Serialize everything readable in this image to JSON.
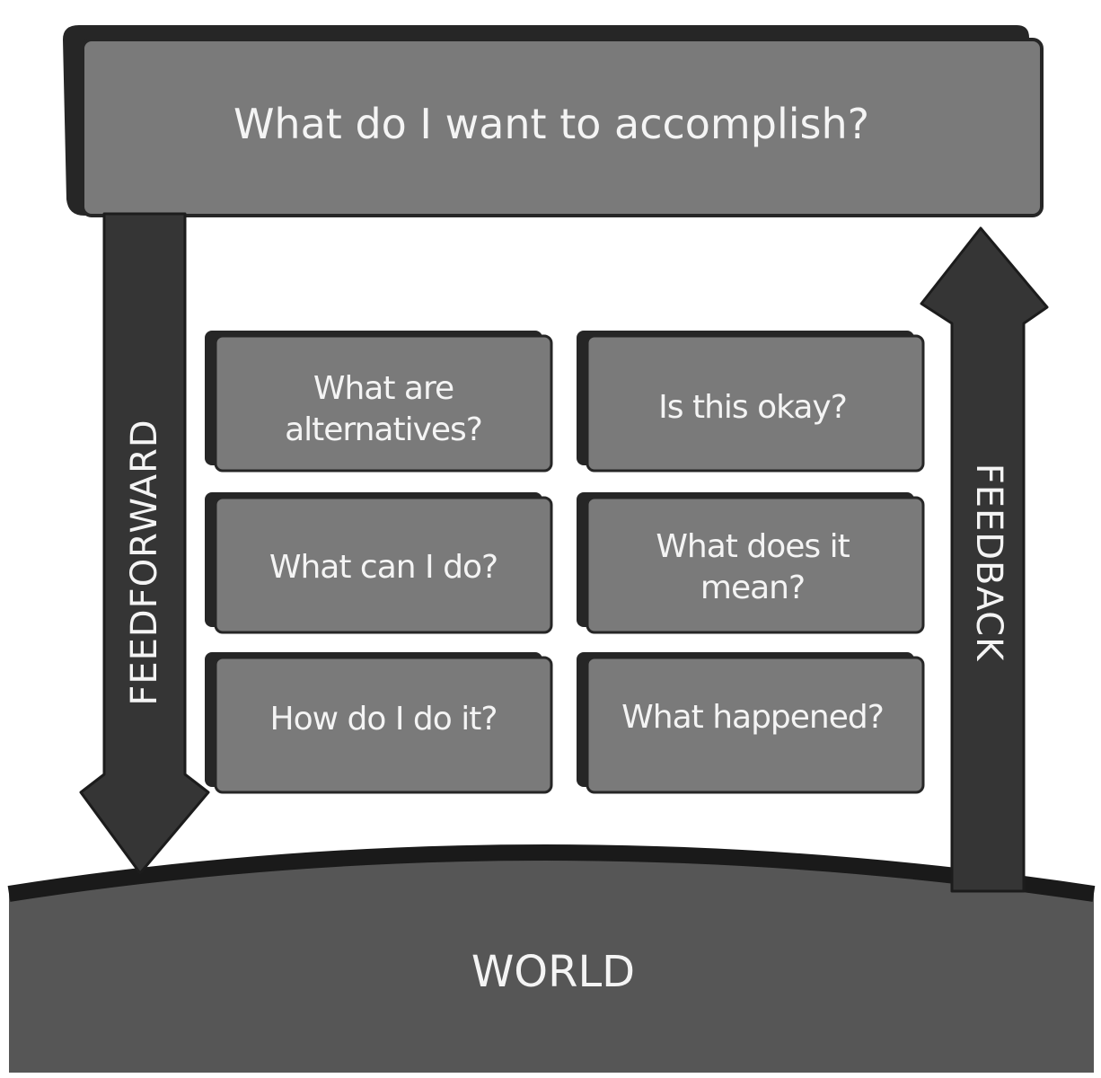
{
  "goal": {
    "label": "What do I want to accomplish?"
  },
  "feedforward": {
    "label": "FEEDFORWARD"
  },
  "feedback": {
    "label": "FEEDBACK"
  },
  "questions": {
    "feedforward": [
      {
        "line1": "What are",
        "line2": "alternatives?"
      },
      {
        "line1": "What can I do?"
      },
      {
        "line1": "How do I do it?"
      }
    ],
    "feedback": [
      {
        "line1": "Is this okay?"
      },
      {
        "line1": "What does it",
        "line2": "mean?"
      },
      {
        "line1": "What happened?"
      }
    ]
  },
  "world": {
    "label": "WORLD"
  },
  "colors": {
    "box_fill": "#7a7a7a",
    "box_shadow": "#262626",
    "arrow": "#353535",
    "world": "#565656",
    "text": "#f4f4f4"
  }
}
